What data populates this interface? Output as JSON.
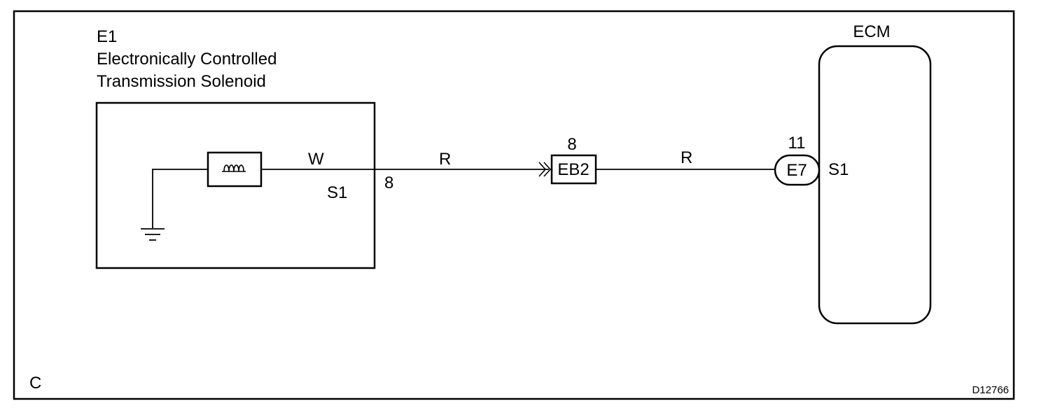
{
  "component": {
    "id": "E1",
    "name_line1": "Electronically Controlled",
    "name_line2": "Transmission Solenoid",
    "terminal_name": "S1",
    "terminal_number": "8",
    "internal_wire_color": "W"
  },
  "harness": {
    "wire_color_left": "R",
    "wire_color_right": "R",
    "connector_id": "EB2",
    "connector_pin": "8"
  },
  "ecm": {
    "title": "ECM",
    "connector_id": "E7",
    "connector_pin": "11",
    "terminal_name": "S1"
  },
  "corner_label": "C",
  "figure_code": "D12766"
}
